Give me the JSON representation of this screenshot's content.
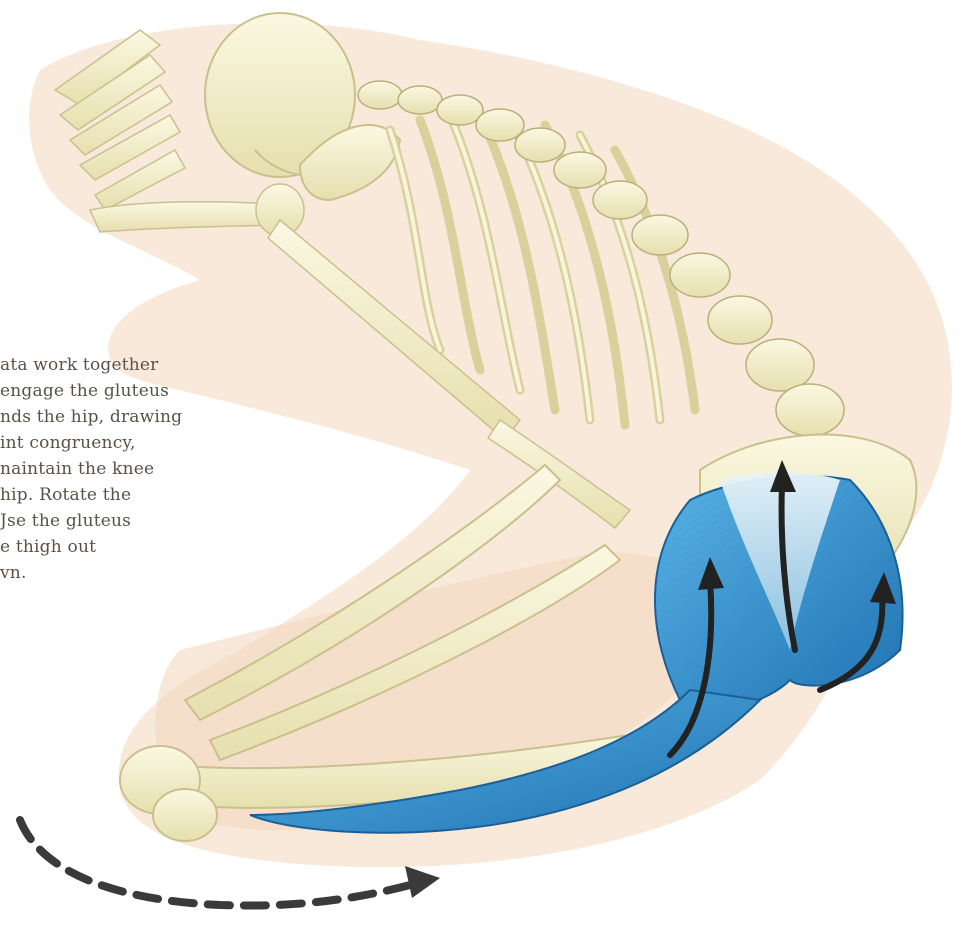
{
  "caption": {
    "lines": [
      "ata work together",
      "engage the gluteus",
      "nds the hip, drawing",
      "int congruency,",
      "naintain the knee",
      "hip. Rotate the",
      "Jse the gluteus",
      "e thigh out",
      "vn."
    ]
  },
  "colors": {
    "bone": "#f1ecc6",
    "bone_shadow": "#d6cf9d",
    "body_shadow": "#f4dcc6",
    "muscle": "#3c9bd6",
    "muscle_dark": "#1f72b1",
    "muscle_light": "#a9d7ef",
    "arrow": "#222222",
    "dashed_arrow": "#3a3a3a",
    "text": "#5a5148"
  },
  "icons": {
    "muscle_arrows": "curved-arrow-up-icon",
    "rotation_arrow": "dashed-curved-arrow-icon"
  }
}
